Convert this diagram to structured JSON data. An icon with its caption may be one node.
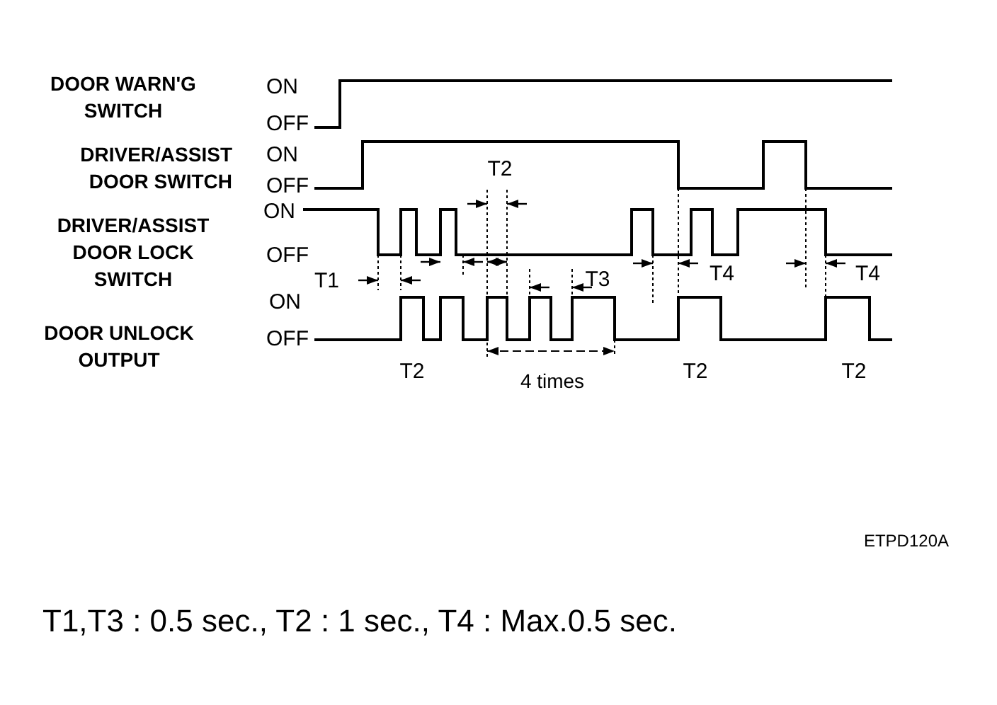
{
  "diagram": {
    "caption": "T1,T3 : 0.5 sec., T2 : 1 sec., T4 : Max.0.5 sec.",
    "labels": [
      "DOOR WARN'G SWITCH",
      "ON",
      "OFF",
      "DRIVER/ASSIST DOOR SWITCH",
      "ON",
      "OFF",
      "T2",
      "DRIVER/ASSIST DOOR LOCK SWITCH",
      "ON",
      "OFF",
      "T1",
      "T3",
      "T4",
      "T4",
      "ON",
      "DOOR UNLOCK OUTPUT",
      "OFF",
      "T2",
      "4 times",
      "T2",
      "T2",
      "ETPD120A"
    ]
  }
}
